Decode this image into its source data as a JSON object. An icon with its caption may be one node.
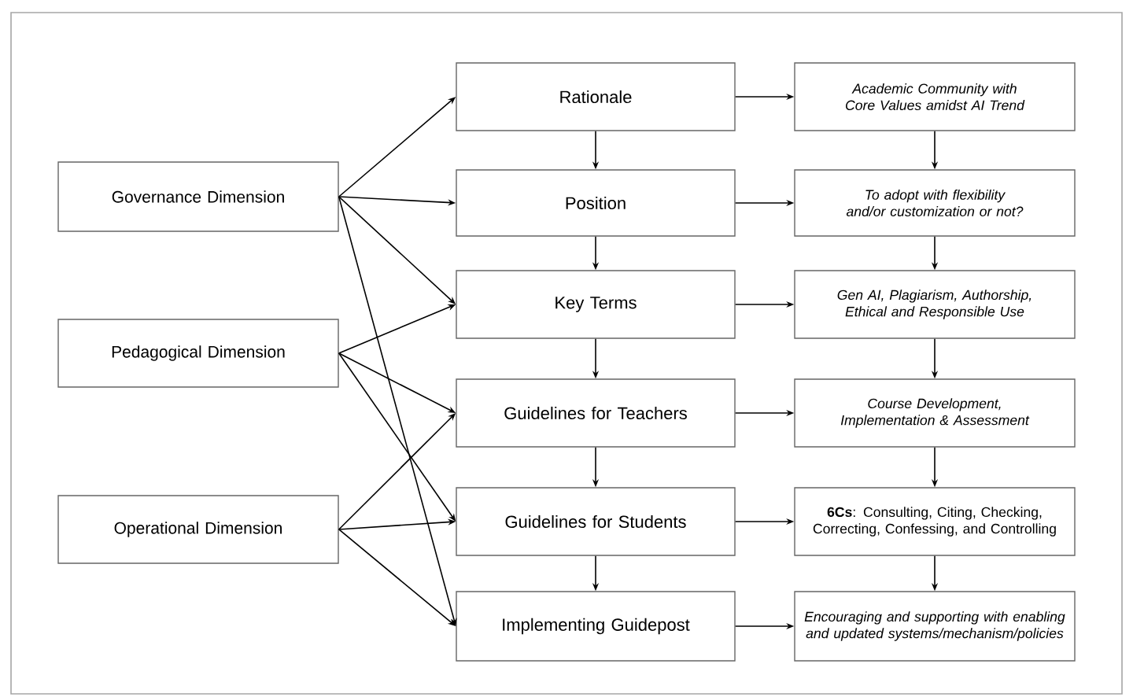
{
  "diagram": {
    "nodes": [
      {
        "text": [
          "Governance Dimension"
        ]
      },
      {
        "text": [
          "Pedagogical Dimension"
        ]
      },
      {
        "text": [
          "Operational Dimension"
        ]
      },
      {
        "text": [
          "Rationale"
        ]
      },
      {
        "text": [
          "Position"
        ]
      },
      {
        "text": [
          "Key Terms"
        ]
      },
      {
        "text": [
          "Guidelines for Teachers"
        ]
      },
      {
        "text": [
          "Guidelines for Students"
        ]
      },
      {
        "text": [
          "Implementing Guidepost"
        ]
      },
      {
        "text": [
          "Academic Community with Core Values amidst AI Trend"
        ]
      },
      {
        "text": [
          "To adopt with flexibility and/or customization or not?"
        ]
      },
      {
        "text": [
          "Gen AI, Plagiarism, Authorship, Ethical and Responsible Use"
        ]
      },
      {
        "text": [
          "Course Development, Implementation & Assessment"
        ]
      },
      {
        "text": [
          "**6Cs**: Consulting, Citing, Checking, Correcting, Confessing, and Controlling"
        ]
      },
      {
        "text": [
          "Encouraging and supporting with enabling and updated systems/mechanism/policies"
        ]
      }
    ],
    "edges": [
      {
        "from": 0,
        "to": 3,
        "arrow": "to"
      },
      {
        "from": 0,
        "to": 4,
        "arrow": "to"
      },
      {
        "from": 0,
        "to": 5,
        "arrow": "to"
      },
      {
        "from": 0,
        "to": 8,
        "arrow": "to"
      },
      {
        "from": 1,
        "to": 5,
        "arrow": "to"
      },
      {
        "from": 1,
        "to": 6,
        "arrow": "to"
      },
      {
        "from": 1,
        "to": 7,
        "arrow": "to"
      },
      {
        "from": 2,
        "to": 6,
        "arrow": "to"
      },
      {
        "from": 2,
        "to": 7,
        "arrow": "to"
      },
      {
        "from": 2,
        "to": 8,
        "arrow": "to"
      },
      {
        "from": 3,
        "to": 4,
        "arrow": "to"
      },
      {
        "from": 4,
        "to": 5,
        "arrow": "to"
      },
      {
        "from": 5,
        "to": 6,
        "arrow": "to"
      },
      {
        "from": 6,
        "to": 7,
        "arrow": "to"
      },
      {
        "from": 7,
        "to": 8,
        "arrow": "to"
      },
      {
        "from": 3,
        "to": 9,
        "arrow": "to"
      },
      {
        "from": 4,
        "to": 10,
        "arrow": "to"
      },
      {
        "from": 5,
        "to": 11,
        "arrow": "to"
      },
      {
        "from": 6,
        "to": 12,
        "arrow": "to"
      },
      {
        "from": 7,
        "to": 13,
        "arrow": "to"
      },
      {
        "from": 8,
        "to": 14,
        "arrow": "to"
      },
      {
        "from": 9,
        "to": 10,
        "arrow": "to"
      },
      {
        "from": 10,
        "to": 11,
        "arrow": "to"
      },
      {
        "from": 11,
        "to": 12,
        "arrow": "to"
      },
      {
        "from": 12,
        "to": 13,
        "arrow": "to"
      },
      {
        "from": 13,
        "to": 14,
        "arrow": "to"
      }
    ]
  }
}
